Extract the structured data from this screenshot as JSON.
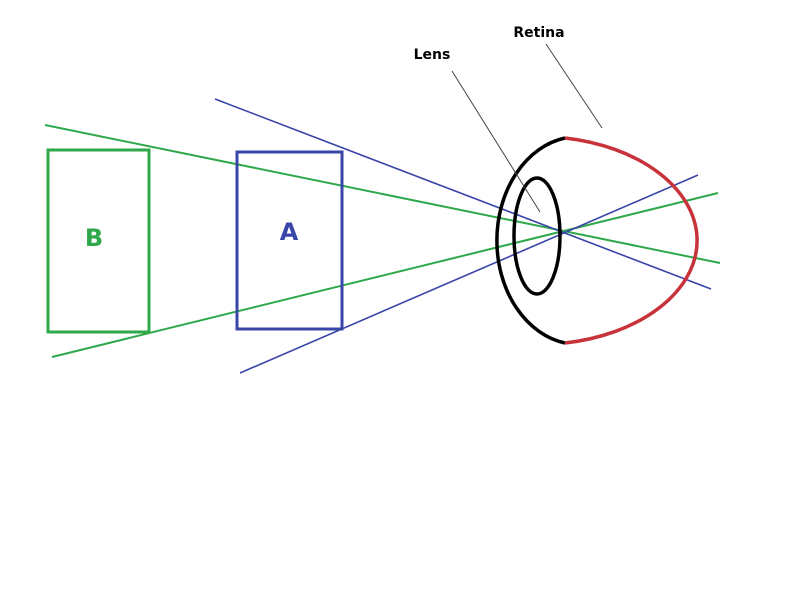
{
  "diagram": {
    "labels": {
      "box_b": "B",
      "box_a": "A",
      "lens": "Lens",
      "retina": "Retina"
    },
    "colors": {
      "object_b": "#2ea84a",
      "object_a": "#3a45a8",
      "lens_and_front_eye": "#000000",
      "retina": "#c8323a",
      "leader_line": "#444444",
      "background": "#ffffff"
    },
    "elements": [
      "object-b-rectangle",
      "object-a-rectangle",
      "green-light-rays",
      "blue-light-rays",
      "eye-front-arc",
      "retina-arc",
      "lens-ellipse"
    ]
  }
}
